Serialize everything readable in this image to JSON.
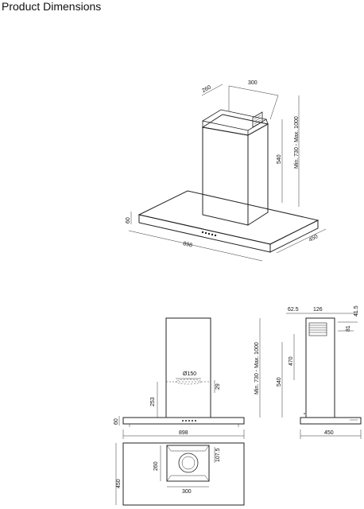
{
  "page": {
    "title": "Product Dimensions"
  },
  "iso_view": {
    "chimney_width": "300",
    "chimney_depth": "260",
    "chimney_height": "Min. 730 - Max. 1000",
    "chimney_lower": "540",
    "canopy_height": "60",
    "canopy_width": "898",
    "canopy_depth": "450"
  },
  "front_view": {
    "vent_diameter": "Ø150",
    "offset_small": "29",
    "bracket_height": "253",
    "canopy_height": "60",
    "width": "898"
  },
  "side_view": {
    "top_a": "62.5",
    "top_b": "126",
    "right_a": "41.5",
    "right_b": "81",
    "height": "Min. 730 - Max. 1000",
    "upper": "470",
    "lower": "540",
    "depth": "450"
  },
  "top_view": {
    "depth": "450",
    "chimney_depth": "260",
    "chimney_width": "300",
    "offset": "107.5"
  }
}
